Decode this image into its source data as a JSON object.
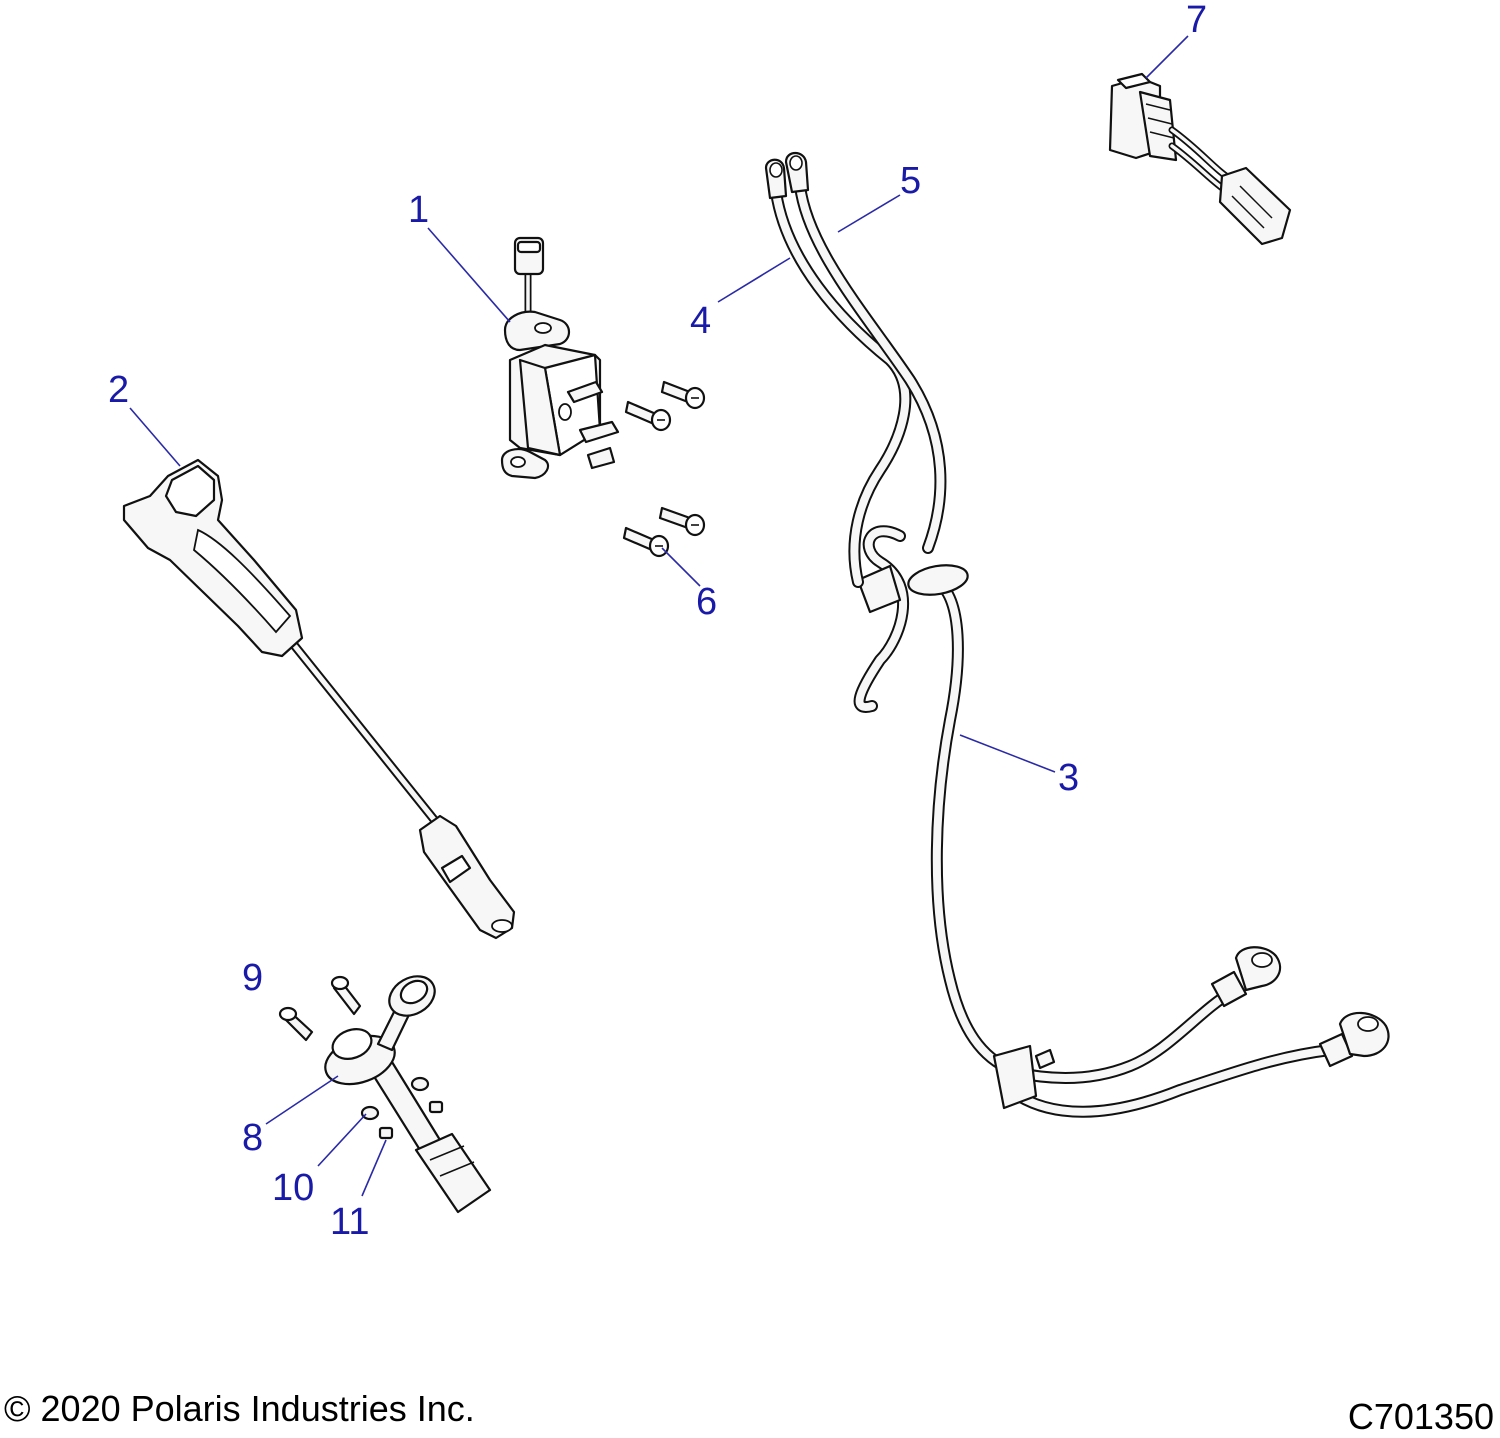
{
  "callouts": {
    "c1": "1",
    "c2": "2",
    "c3": "3",
    "c4": "4",
    "c5": "5",
    "c6": "6",
    "c7": "7",
    "c8": "8",
    "c9": "9",
    "c10": "10",
    "c11": "11"
  },
  "footer": {
    "copyright": "© 2020 Polaris Industries Inc.",
    "code": "C701350"
  },
  "colors": {
    "callout": "#1a1aa8",
    "leader": "#2a2aa8",
    "line": "#111111",
    "part_fill": "#f7f7f7"
  }
}
